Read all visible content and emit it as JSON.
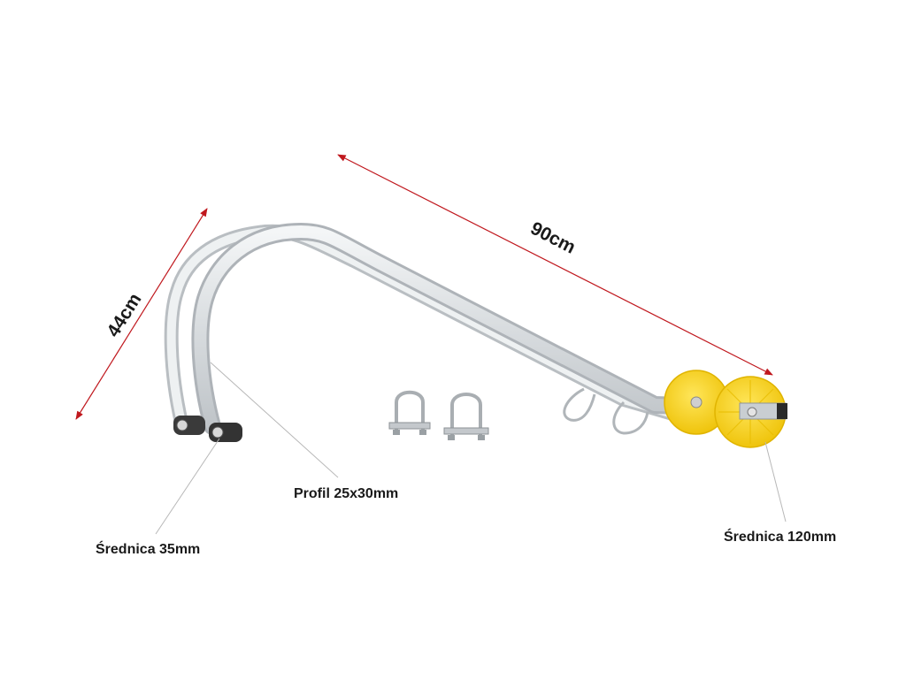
{
  "dimensions": {
    "length_label": "90cm",
    "height_label": "44cm"
  },
  "specs": {
    "profile_label": "Profil 25x30mm",
    "small_wheel_label": "Średnica 35mm",
    "large_wheel_label": "Średnica 120mm"
  },
  "colors": {
    "dimension_line": "#c0181e",
    "aluminium": "#d9dde0",
    "wheel_yellow": "#f7d51a",
    "rubber_wheel": "#3a3a3a",
    "text": "#1a1a1a"
  },
  "icons": {
    "product": "ladder-roof-hook-icon",
    "clamp": "u-bolt-icon"
  }
}
